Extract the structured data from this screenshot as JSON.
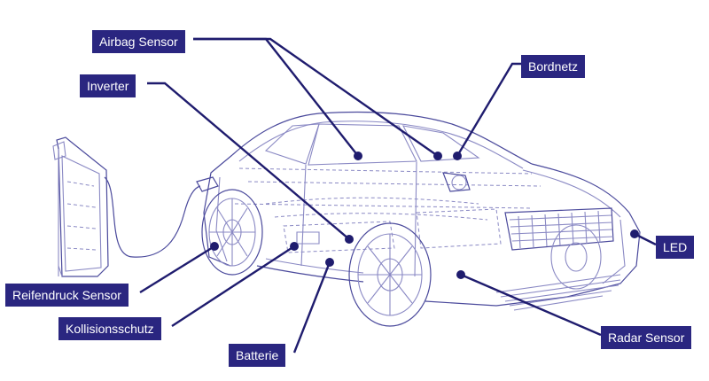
{
  "diagram": {
    "callouts": [
      {
        "id": "airbag-sensor",
        "label": "Airbag Sensor"
      },
      {
        "id": "inverter",
        "label": "Inverter"
      },
      {
        "id": "bordnetz",
        "label": "Bordnetz"
      },
      {
        "id": "led",
        "label": "LED"
      },
      {
        "id": "reifendruck-sensor",
        "label": "Reifendruck Sensor"
      },
      {
        "id": "kollisionsschutz",
        "label": "Kollisionsschutz"
      },
      {
        "id": "batterie",
        "label": "Batterie"
      },
      {
        "id": "radar-sensor",
        "label": "Radar Sensor"
      }
    ],
    "colors": {
      "label_bg": "#2a2680",
      "label_text": "#ffffff",
      "leader": "#1f1c6e",
      "wireframe": "#8a89c4"
    }
  }
}
